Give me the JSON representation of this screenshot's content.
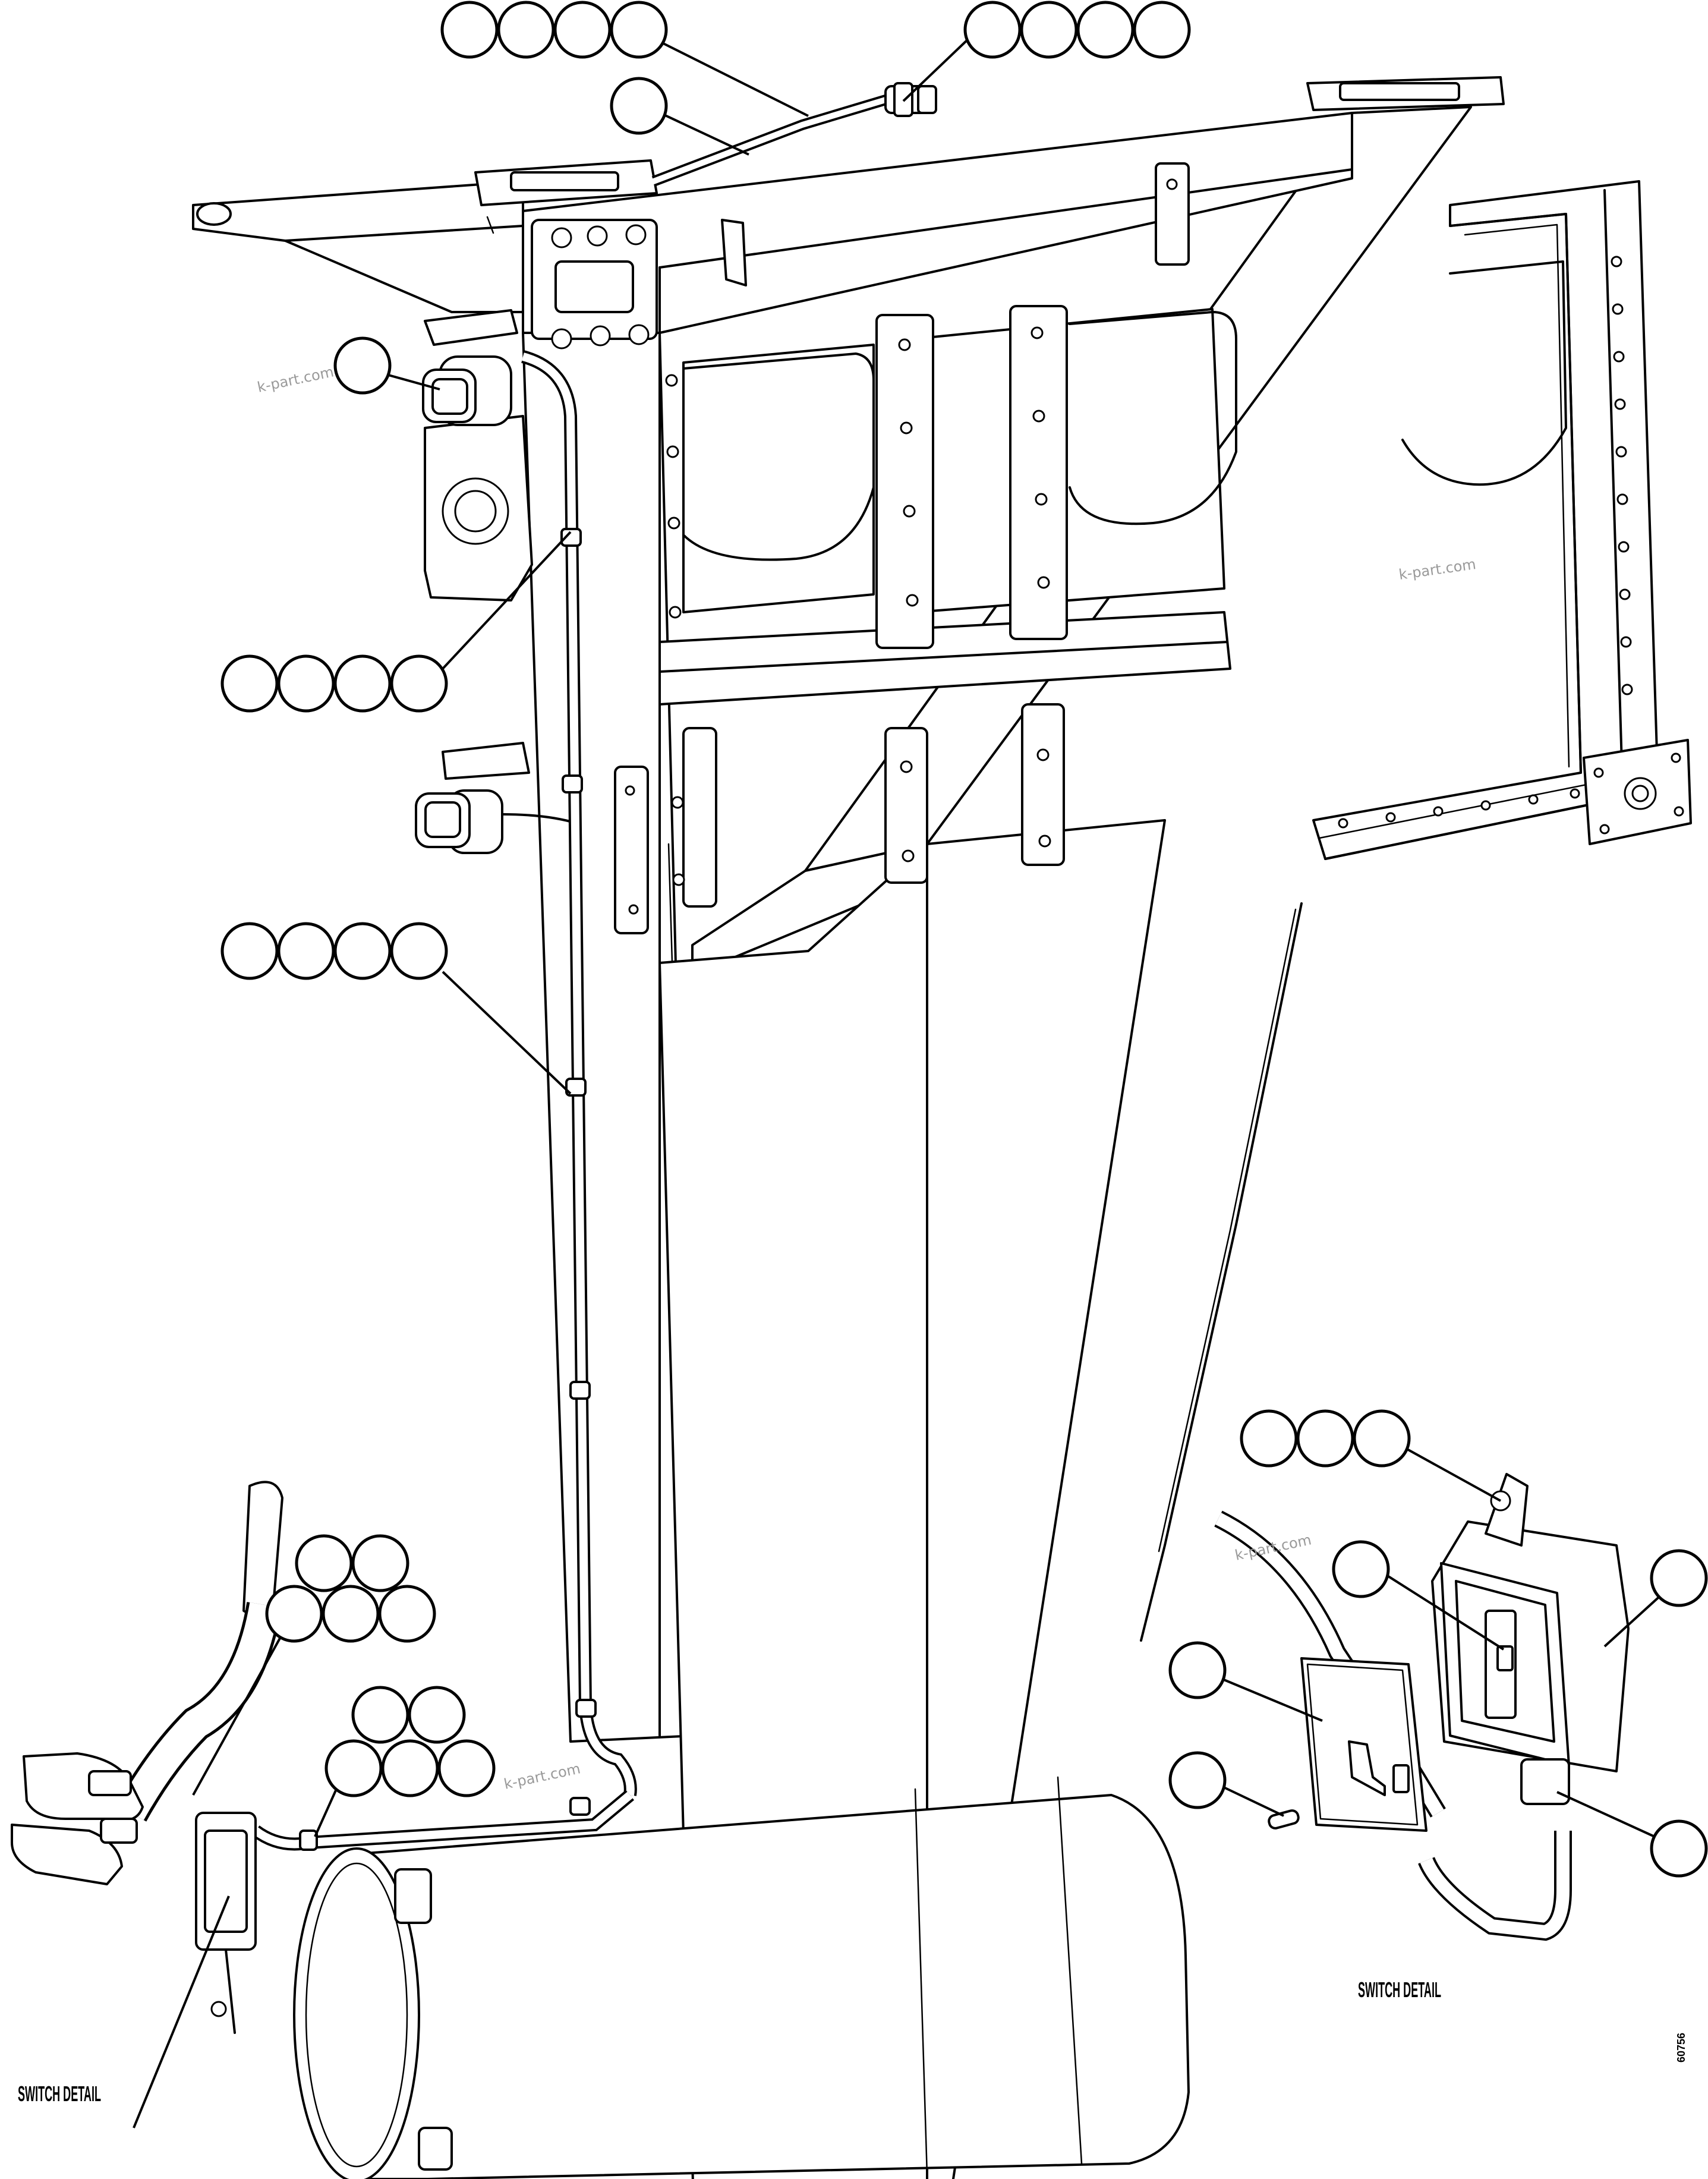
{
  "diagram": {
    "labels": {
      "switch_detail_left": "SWITCH DETAIL",
      "switch_detail_right": "SWITCH DETAIL",
      "drawing_number": "60756"
    },
    "watermarks": [
      "k-part.com",
      "k-part.com",
      "k-part.com",
      "k-part.com"
    ],
    "callout_balloons": {
      "top_left_group": 4,
      "top_right_group": 4,
      "top_single": 1,
      "mid_upper_group": 4,
      "mid_lower_group": 4,
      "lower_left_group": 5,
      "lower_mid_group": 5,
      "switch_upper_group": 3,
      "switch_handle": 1,
      "switch_box_right": 1,
      "switch_cover": 1,
      "switch_screw": 1,
      "switch_conduit": 1
    },
    "colors": {
      "line": "#000000",
      "background": "#ffffff",
      "watermark": "#9a9a9a"
    }
  }
}
